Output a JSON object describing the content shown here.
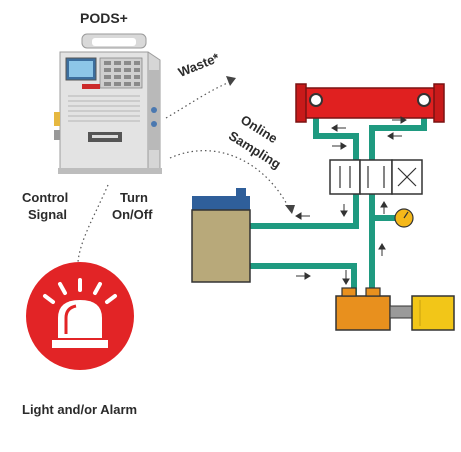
{
  "device": {
    "name": "PODS+"
  },
  "labels": {
    "waste": "Waste*",
    "online_sampling_line1": "Online",
    "online_sampling_line2": "Sampling",
    "control_signal_line1": "Control",
    "control_signal_line2": "Signal",
    "turn_onoff_line1": "Turn",
    "turn_onoff_line2": "On/Off",
    "light_alarm": "Light and/or Alarm"
  },
  "colors": {
    "pipe": "#1f9a80",
    "cylinder": "#e02020",
    "tank_top": "#2f5f9a",
    "tank_oil": "#b8a97a",
    "pump": "#e8901e",
    "motor": "#f2c618",
    "alarm_circle": "#e22426",
    "gauge": "#f5b81a"
  }
}
